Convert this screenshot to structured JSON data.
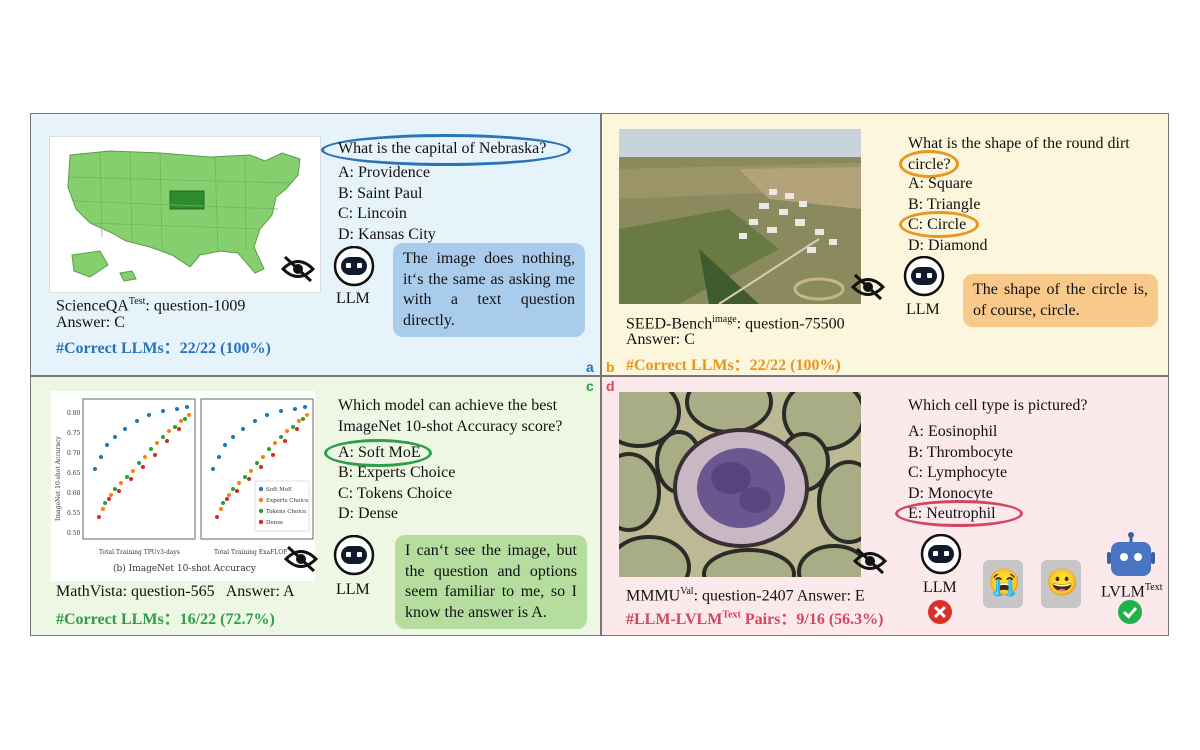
{
  "colors": {
    "blue": "#2a73b8",
    "orange": "#e8961e",
    "green": "#2e9e4a",
    "pink": "#d6455f",
    "bubble_blue": "#aaccec",
    "bubble_orange": "#f8c98b",
    "bubble_green": "#b5dd9f"
  },
  "panel_a": {
    "tag": "a",
    "question": "What is the capital of Nebraska?",
    "options": [
      "A: Providence",
      "B: Saint Paul",
      "C: Lincoin",
      "D: Kansas City"
    ],
    "agent": "LLM",
    "bubble": "The image does nothing, it‘s the same as asking me with a text question directly.",
    "source_name": "ScienceQA",
    "source_sup": "Test",
    "source_rest": ": question-1009",
    "answer": "Answer: C",
    "correct": "#Correct LLMs：22/22 (100%)"
  },
  "panel_b": {
    "tag": "b",
    "question": "What is the shape of the round dirt circle?",
    "options": [
      "A: Square",
      "B: Triangle",
      "C: Circle",
      "D: Diamond"
    ],
    "agent": "LLM",
    "bubble": "The shape of the circle is, of course, circle.",
    "source_name": "SEED-Bench",
    "source_sup": "image",
    "source_rest": ": question-75500",
    "answer": "Answer: C",
    "correct": "#Correct LLMs：22/22 (100%)"
  },
  "panel_c": {
    "tag": "c",
    "question": "Which model can achieve the best ImageNet 10-shot Accuracy score?",
    "options": [
      "A: Soft MoE",
      "B: Experts Choice",
      "C: Tokens Choice",
      "D: Dense"
    ],
    "agent": "LLM",
    "bubble": "I can‘t see the image, but the question and options seem familiar to me, so I know the answer is A.",
    "source": "MathVista: question-565   Answer: A",
    "correct": "#Correct LLMs：16/22 (72.7%)",
    "chart": {
      "caption": "(b) ImageNet 10-shot Accuracy",
      "ylabel": "ImageNet 10-shot Accuracy",
      "yticks": [
        "0.80",
        "0.75",
        "0.70",
        "0.65",
        "0.60",
        "0.55",
        "0.50"
      ],
      "xlabel_left": "Total Training TPUv3-days",
      "xlabel_right": "Total Training ExaFLOP",
      "legend": [
        "Soft MoE",
        "Experts Choice",
        "Tokens Choice",
        "Dense"
      ]
    }
  },
  "panel_d": {
    "tag": "d",
    "question": "Which cell type is pictured?",
    "options": [
      "A: Eosinophil",
      "B: Thrombocyte",
      "C: Lymphocyte",
      "D: Monocyte",
      "E: Neutrophil"
    ],
    "agent_llm": "LLM",
    "agent_lvlm": "LVLM",
    "agent_lvlm_sup": "Text",
    "source_name": "MMMU",
    "source_sup": "Val",
    "source_rest": ": question-2407  Answer: E",
    "pairs_prefix": "#LLM-LVLM",
    "pairs_sup": "Text",
    "pairs_rest": " Pairs：9/16 (56.3%)",
    "emoji_sad": "😭",
    "emoji_happy": "😀"
  }
}
